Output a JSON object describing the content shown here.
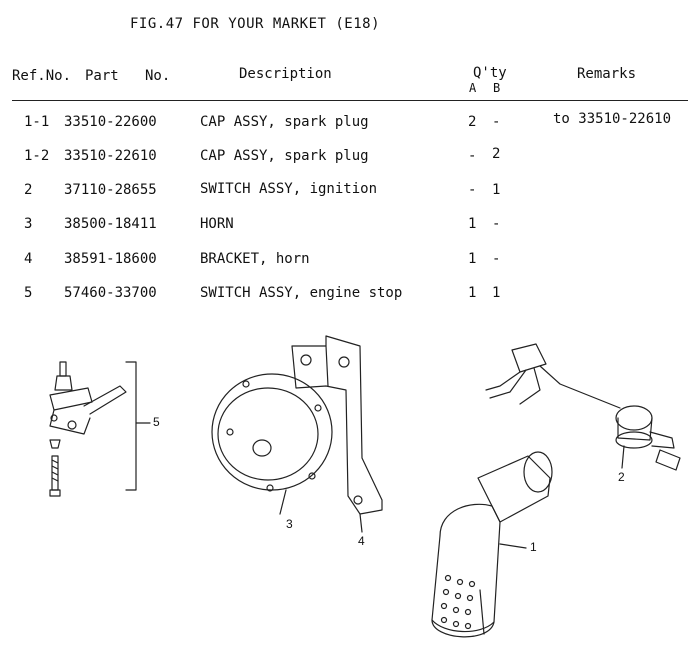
{
  "title": "FIG.47  FOR YOUR MARKET (E18)",
  "headers": {
    "ref_no": "Ref.No.",
    "part": "Part",
    "no": "No.",
    "description": "Description",
    "qty": "Q'ty",
    "qty_a": "A",
    "qty_b": "B",
    "remarks": "Remarks"
  },
  "rows": [
    {
      "ref": "1-1",
      "part_no": "33510-22600",
      "description": "CAP ASSY, spark plug",
      "qty_a": "2",
      "qty_b": "-",
      "remarks": "to 33510-22610"
    },
    {
      "ref": "1-2",
      "part_no": "33510-22610",
      "description": "CAP ASSY, spark plug",
      "qty_a": "-",
      "qty_b": "2",
      "remarks": ""
    },
    {
      "ref": "2",
      "part_no": "37110-28655",
      "description": "SWITCH ASSY, ignition",
      "qty_a": "-",
      "qty_b": "1",
      "remarks": ""
    },
    {
      "ref": "3",
      "part_no": "38500-18411",
      "description": "HORN",
      "qty_a": "1",
      "qty_b": "-",
      "remarks": ""
    },
    {
      "ref": "4",
      "part_no": "38591-18600",
      "description": "BRACKET, horn",
      "qty_a": "1",
      "qty_b": "-",
      "remarks": ""
    },
    {
      "ref": "5",
      "part_no": "57460-33700",
      "description": "SWITCH ASSY, engine stop",
      "qty_a": "1",
      "qty_b": "1",
      "remarks": ""
    }
  ],
  "callouts": {
    "c1": "1",
    "c2": "2",
    "c3": "3",
    "c4": "4",
    "c5": "5"
  }
}
